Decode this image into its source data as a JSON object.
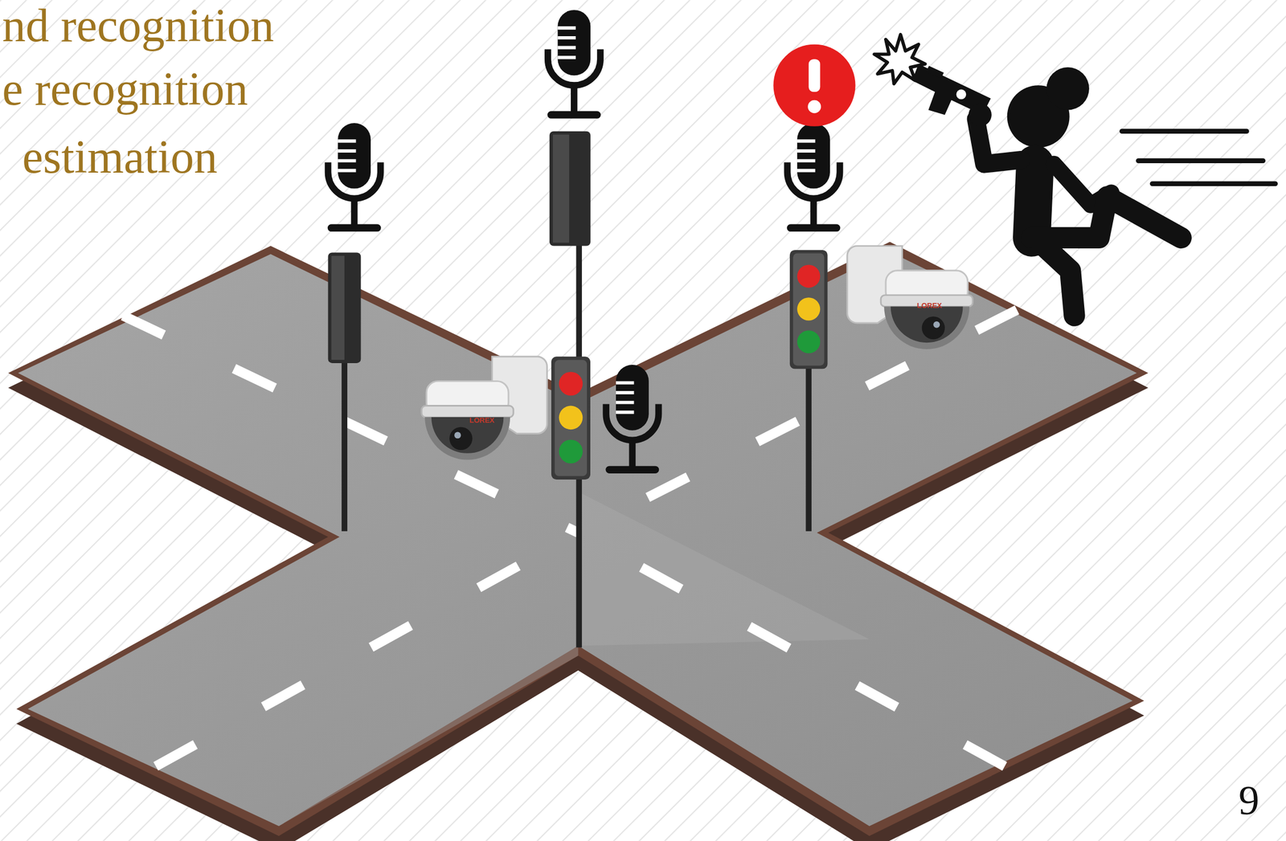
{
  "diagram": {
    "labels": [
      "nd recognition",
      "e recognition",
      "estimation",
      "LOREX",
      "LOREX",
      "9"
    ]
  }
}
